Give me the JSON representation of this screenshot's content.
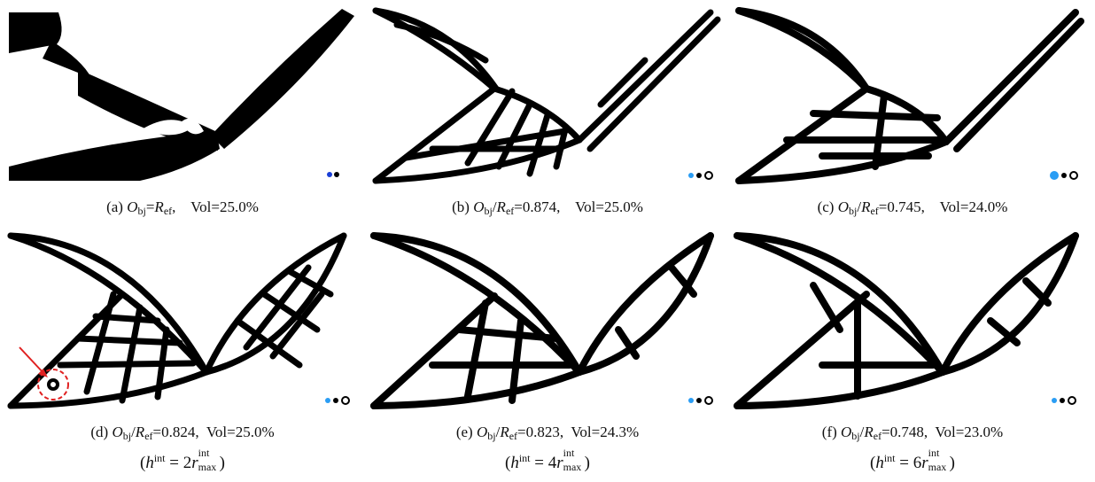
{
  "figure": {
    "panels": [
      {
        "id": "a",
        "label": "(a)",
        "obj_sym": "O",
        "obj_sub": "bj",
        "op": "=",
        "ref_sym": "R",
        "ref_sub": "ef",
        "ratio": "",
        "vol": "Vol=25.0%",
        "h_factor": "",
        "marker_colors": [
          "#1a3fd6",
          "#000000"
        ]
      },
      {
        "id": "b",
        "label": "(b)",
        "obj_sym": "O",
        "obj_sub": "bj",
        "op": "/",
        "ref_sym": "R",
        "ref_sub": "ef",
        "ratio": "=0.874,",
        "vol": "Vol=25.0%",
        "h_factor": "",
        "marker_colors": [
          "#2a9df4",
          "#000000",
          "#000000"
        ]
      },
      {
        "id": "c",
        "label": "(c)",
        "obj_sym": "O",
        "obj_sub": "bj",
        "op": "/",
        "ref_sym": "R",
        "ref_sub": "ef",
        "ratio": "=0.745,",
        "vol": "Vol=24.0%",
        "h_factor": "",
        "marker_colors": [
          "#2a9df4",
          "#000000",
          "#000000"
        ]
      },
      {
        "id": "d",
        "label": "(d)",
        "obj_sym": "O",
        "obj_sub": "bj",
        "op": "/",
        "ref_sym": "R",
        "ref_sub": "ef",
        "ratio": "=0.824,",
        "vol": "Vol=25.0%",
        "h_factor": "2",
        "marker_colors": [
          "#2a9df4",
          "#000000",
          "#000000"
        ]
      },
      {
        "id": "e",
        "label": "(e)",
        "obj_sym": "O",
        "obj_sub": "bj",
        "op": "/",
        "ref_sym": "R",
        "ref_sub": "ef",
        "ratio": "=0.823,",
        "vol": "Vol=24.3%",
        "h_factor": "4",
        "marker_colors": [
          "#2a9df4",
          "#000000",
          "#000000"
        ]
      },
      {
        "id": "f",
        "label": "(f)",
        "obj_sym": "O",
        "obj_sub": "bj",
        "op": "/",
        "ref_sym": "R",
        "ref_sub": "ef",
        "ratio": "=0.748,",
        "vol": "Vol=23.0%",
        "h_factor": "6",
        "marker_colors": [
          "#2a9df4",
          "#000000",
          "#000000"
        ]
      }
    ],
    "note": {
      "h_sym": "h",
      "sup": "int",
      "eq": "=",
      "r_sym": "r",
      "r_sup": "int",
      "r_sub": "max"
    },
    "highlight_color": "#e02020"
  }
}
